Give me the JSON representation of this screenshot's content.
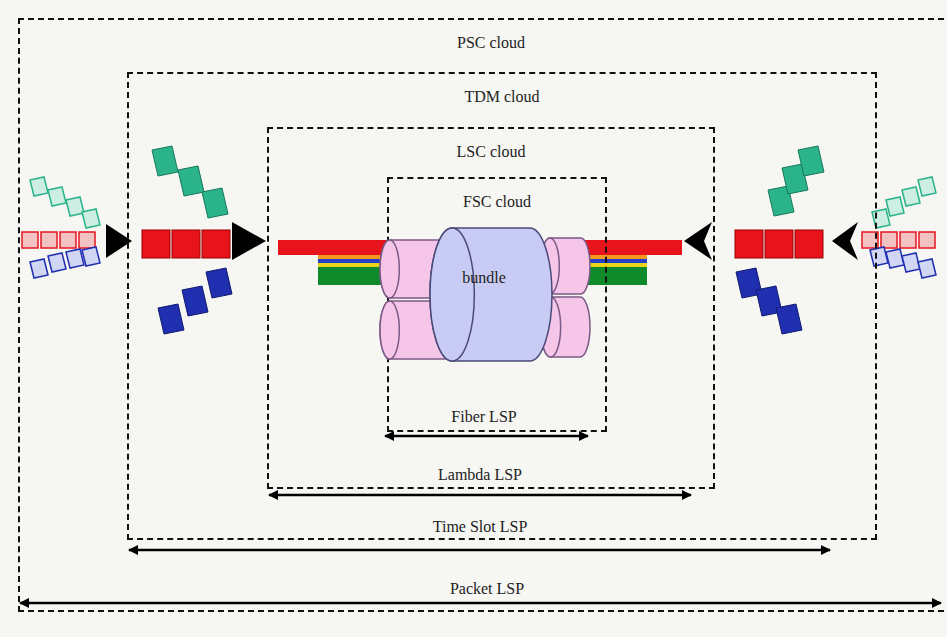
{
  "diagram": {
    "nodes": [
      {
        "text": [
          "PSC cloud"
        ]
      },
      {
        "text": [
          "TDM cloud"
        ],
        "in": 0
      },
      {
        "text": [
          "LSC  cloud"
        ],
        "in": 1
      },
      {
        "text": [
          "FSC cloud"
        ],
        "in": 2
      },
      {
        "text": [
          "bundle"
        ],
        "in": 3
      }
    ],
    "labels": [
      "Fiber LSP",
      "Lambda LSP",
      "Time Slot LSP",
      "Packet LSP"
    ]
  }
}
